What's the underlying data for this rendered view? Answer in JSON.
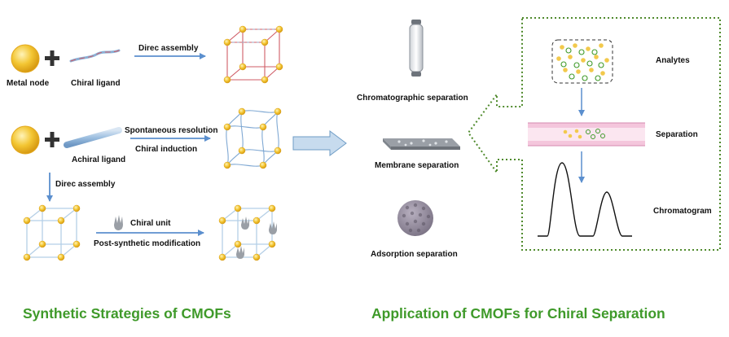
{
  "colors": {
    "title_green": "#3f9a2a",
    "dotted_border": "#4f8a2c",
    "node_gold": "#f2c230",
    "arrow_blue": "#5b8fce",
    "big_arrow_fill": "#c7dbee",
    "big_arrow_stroke": "#6f9cc6",
    "framework_blue": "#8eb3d6",
    "chiral_ligand_red": "#cf5c66",
    "membrane_gray": "#9a9fa6",
    "sphere_purple": "#8c8396",
    "separation_pink": "#f4c6dc"
  },
  "left": {
    "row1": {
      "metal_node": "Metal node",
      "chiral_ligand": "Chiral ligand",
      "arrow": "Direc assembly"
    },
    "row2": {
      "achiral_ligand": "Achiral ligand",
      "arrow_top": "Spontaneous resolution",
      "arrow_bottom": "Chiral induction"
    },
    "row3": {
      "down_arrow": "Direc assembly",
      "arrow_top": "Chiral unit",
      "arrow_bottom": "Post-synthetic modification"
    },
    "title": "Synthetic Strategies of CMOFs"
  },
  "middle": {
    "chromatographic": "Chromatographic separation",
    "membrane": "Membrane separation",
    "adsorption": "Adsorption separation"
  },
  "right": {
    "analytes": "Analytes",
    "separation": "Separation",
    "chromatogram": "Chromatogram"
  },
  "right_title": "Application of CMOFs for Chiral Separation"
}
